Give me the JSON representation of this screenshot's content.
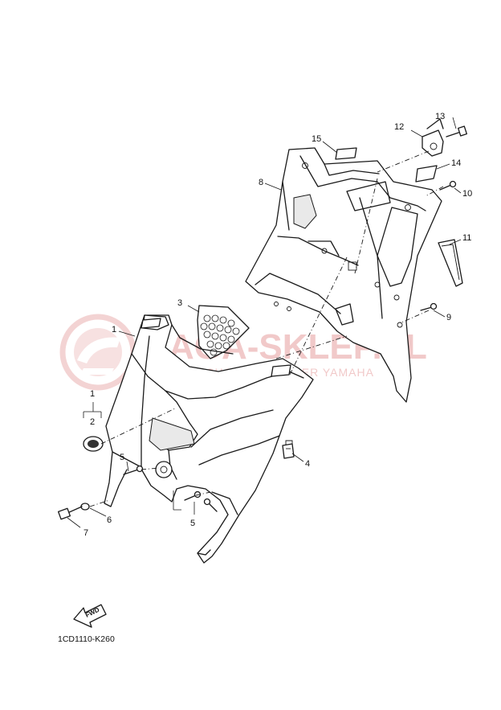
{
  "watermark": {
    "name": "AGA-SKLEP.PL",
    "subtitle": "WOJCIECHOWICZ DEALER YAMAHA",
    "color": "#f1c9c9"
  },
  "callouts": {
    "c1a": "1",
    "c1b": "1",
    "c2": "2",
    "c3": "3",
    "c4": "4",
    "c5a": "5",
    "c5b": "5",
    "c6": "6",
    "c7": "7",
    "c8": "8",
    "c9": "9",
    "c10": "10",
    "c11": "11",
    "c12": "12",
    "c13": "13",
    "c14": "14",
    "c15": "15"
  },
  "fwd_label": "FWD",
  "diagram_code": "1CD1110-K260"
}
